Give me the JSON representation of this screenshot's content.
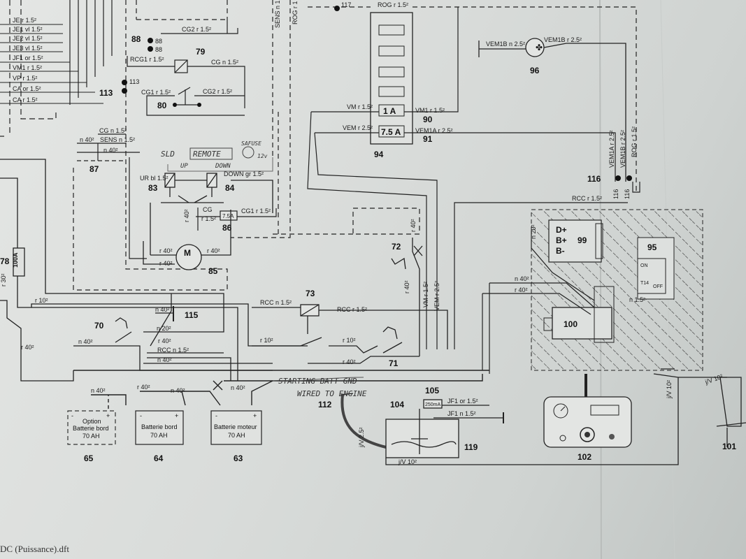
{
  "wire_labels": {
    "je": "JE r 1.5²",
    "je1": "JE1 vl 1.5²",
    "je2": "JE2 vl 1.5²",
    "je3": "JE3 vl 1.5²",
    "jf1": "JF1 or 1.5²",
    "vm1": "VM1 r 1.5²",
    "vp": "VP r 1.5²",
    "ca_or": "CA or 1.5²",
    "ca": "CA r 1.5²",
    "cg2_top": "CG2 r 1.5²",
    "rcg1": "RCG1 r 1.5²",
    "cg_n": "CG n 1.5²",
    "cg1": "CG1 r 1.5²",
    "cg2": "CG2 r 1.5²",
    "rog_top": "ROG r 1.5²",
    "sens_top": "SENS n 1",
    "rog_vert": "ROG r 1",
    "cg_n_87": "CG n 1.5²",
    "n40_87": "n 40²",
    "sens_87": "SENS n 1.5²",
    "n40_87b": "n 40²",
    "ur": "UR bl 1.5²",
    "down": "DOWN gr 1.5²",
    "r40_86": "r 40²",
    "cg_86": "CG",
    "r15_86": "r 1.5²",
    "cg1_86": "CG1 r 1.5²",
    "r40_m1": "r 40²",
    "r40_m2": "r 40²",
    "r40_m3": "r 40²",
    "vm_fuse": "VM r 1.5²",
    "vm1_fuse": "VM1 r 1.5²",
    "vem_fuse": "VEM r 2.5²",
    "vem1a_fuse": "VEM1A r 2.5²",
    "vem1b_a": "VEM1B n 2.5²",
    "vem1b_b": "VEM1B r 2.5²",
    "v_vem1a": "VEM1A r 2.5²",
    "v_vem1b": "VEM1B r 2.5²",
    "v_rog": "ROG r 1.5²",
    "rcc_top": "RCC r 1.5²",
    "n20_99": "n 20²",
    "n40_a": "n 40²",
    "r40_a": "r 40²",
    "n15": "n 1.5²",
    "r40_72": "r 40²",
    "r40_v": "r 40²",
    "vm_v": "VM r 1.5²",
    "vem_v": "VEM r 2.5²",
    "r10_left": "r 10²",
    "r30": "r 30²",
    "r40_left": "r 40²",
    "n40_115": "n 40²",
    "n20": "n 20²",
    "r40_70": "r 40²",
    "n40_70": "n 40²",
    "rcc": "RCC n 1.5²",
    "n40_low": "n 40²",
    "rcc73a": "RCC n 1.5²",
    "rcc73b": "RCC r 1.5²",
    "r10_71a": "r 10²",
    "r10_71b": "r 10²",
    "r40_71": "r 40²",
    "n40_bat": "n 40²",
    "r40_bat": "r 40²",
    "n40_bat2": "n 40²",
    "n40_bat3": "n 40²",
    "jf1_104": "JF1 or 1.5²",
    "jf1_104b": "JF1 n 1.5²",
    "jv25": "j/V 2.5²",
    "jv10_b": "j/V 10²",
    "jv10_r": "j/V 10²",
    "jv10_r2": "j/V 10²"
  },
  "component_numbers": {
    "c113": "113",
    "c113b": "113",
    "c88": "88",
    "c88a": "88",
    "c88b": "88",
    "c79": "79",
    "c80": "80",
    "c87": "87",
    "c83": "83",
    "c84": "84",
    "c86": "86",
    "c85": "85",
    "c94": "94",
    "c90": "90",
    "c91": "91",
    "c96": "96",
    "c116": "116",
    "c116a": "116",
    "c116b": "116",
    "c117": "117",
    "c99": "99",
    "c95": "95",
    "c100": "100",
    "c72": "72",
    "c73": "73",
    "c71": "71",
    "c70": "70",
    "c115": "115",
    "c78": "78",
    "c65": "65",
    "c64": "64",
    "c63": "63",
    "c112": "112",
    "c104": "104",
    "c105": "105",
    "c119": "119",
    "c102": "102",
    "c101": "101"
  },
  "fuses": {
    "f1": "1 A",
    "f2": "7.5 A",
    "f86": "7.5A",
    "f78": "100A",
    "f105": "250mA"
  },
  "alternator": {
    "dplus": "D+",
    "bplus": "B+",
    "bminus": "B-"
  },
  "switch95": {
    "on": "ON",
    "off": "OFF",
    "code": "T14"
  },
  "motor": {
    "m": "M"
  },
  "batteries": {
    "b65_line1": "Option",
    "b65_line2": "Batterie bord",
    "b65_line3": "70 AH",
    "b64_line1": "Batterie bord",
    "b64_line2": "70 AH",
    "b63_line1": "Batterie moteur",
    "b63_line2": "70 AH"
  },
  "handwritten": {
    "sld": "SLD",
    "remote": "REMOTE",
    "safety": "SAFUSE",
    "v12": "12v",
    "up": "UP",
    "down": "DOWN",
    "starting": "STARTING BATT GND",
    "wired": "WIRED TO ENGINE"
  },
  "footer": "DC (Puissance).dft"
}
